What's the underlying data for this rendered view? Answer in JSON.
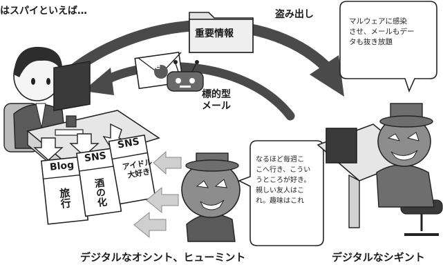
{
  "top_left_caption": "はスパイといえば…",
  "folder_label": "重要情報",
  "steal_label": "盗み出し",
  "mail_label_line1": "標的型",
  "mail_label_line2": "メール",
  "mail_icon_letter": "e",
  "right_bubble": "マルウェアに感染\nさせ、メールもデー\nタも抜き放題",
  "center_bubble": "なるほど毎週こ\nこへ行き、こうい\nうところが好き。\n親しい友人はこ\nれ。趣味はこれ",
  "cards": [
    {
      "header": "Blog",
      "body": "旅行"
    },
    {
      "header": "SNS",
      "body": "酒の化"
    },
    {
      "header": "SNS",
      "body": "アイドル\n大好き"
    }
  ],
  "bottom_left_caption": "デジタルなオシント、ヒューミント",
  "bottom_right_caption": "デジタルなシギント",
  "colors": {
    "line": "#222222",
    "arrow_gray": "#4a4a4a",
    "arrow_light": "#cfcfcf",
    "pumpkin": "#8d8d8d",
    "hat": "#6e6e6e",
    "suit": "#5a5a5a",
    "desk": "#e6e6e6",
    "monitor": "#3a3a3a",
    "hair": "#2d2d2d",
    "skin": "#f5f5f5"
  }
}
